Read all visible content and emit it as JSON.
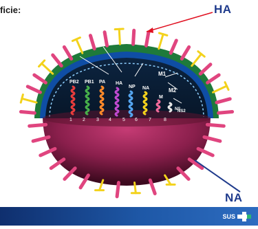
{
  "heading": "ficie:",
  "callouts": {
    "ha": "HA",
    "na": "NA"
  },
  "segments": {
    "labels": [
      "PB2",
      "PB1",
      "PA",
      "HA",
      "NP",
      "NA",
      "M",
      "NS"
    ],
    "numbers": [
      "1",
      "2",
      "3",
      "4",
      "5",
      "6",
      "7",
      "8"
    ]
  },
  "matrix_labels": {
    "m1": "M1",
    "m2": "M2",
    "ns2": "NS2"
  },
  "footer": {
    "logo_text": "SUS"
  },
  "colors": {
    "spike_pink": "#e0457f",
    "spike_yellow": "#f3d21c",
    "envelope_green": "#1e7a3a",
    "interior": "#0b2038",
    "lower_body": "#7a1a3e",
    "callout_line": "#e01020"
  }
}
